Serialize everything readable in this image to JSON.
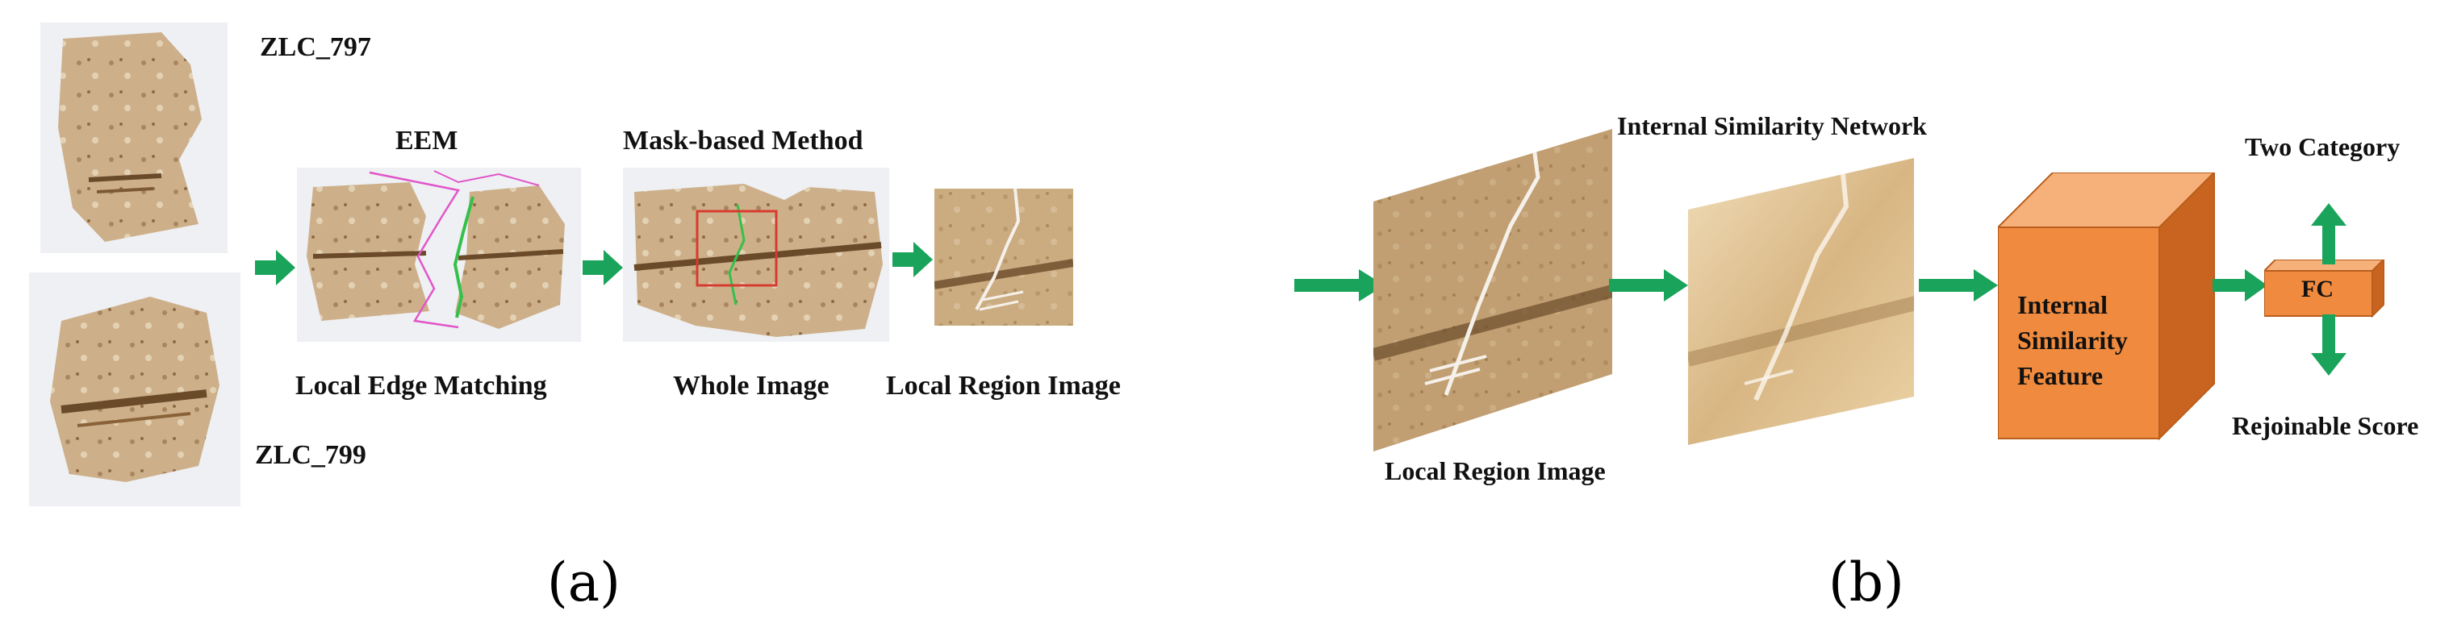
{
  "panel_a": {
    "label_top": "ZLC_797",
    "label_bottom": "ZLC_799",
    "eem_title": "EEM",
    "mask_title": "Mask-based Method",
    "caption_local_edge": "Local Edge Matching",
    "caption_whole": "Whole Image",
    "caption_local_region": "Local Region Image",
    "panel_caption": "(a)"
  },
  "panel_b": {
    "network_title": "Internal Similarity Network",
    "input_caption": "Local Region Image",
    "feature_line1": "Internal",
    "feature_line2": "Similarity",
    "feature_line3": "Feature",
    "fc_label": "FC",
    "two_category": "Two Category",
    "rejoinable_score": "Rejoinable Score",
    "panel_caption": "(b)"
  },
  "colors": {
    "arrow_green": "#1aa35a",
    "cube_orange": "#ef8a3e",
    "mask_pink": "#e255c8",
    "edge_green": "#35c04a",
    "box_red": "#d63b2f"
  }
}
